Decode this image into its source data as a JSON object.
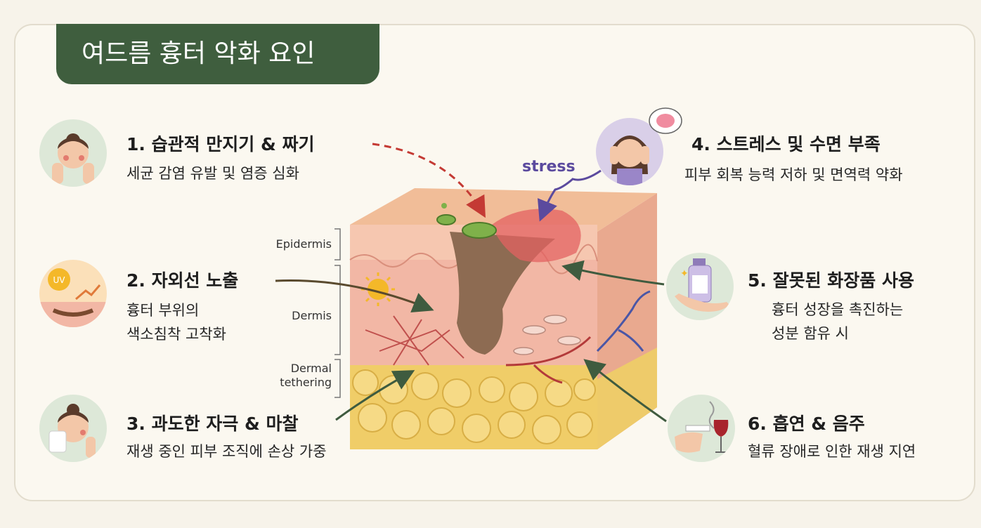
{
  "title": "여드름 흉터 악화 요인",
  "factors": [
    {
      "title": "1. 습관적 만지기 & 짜기",
      "desc": [
        "세균 감염 유발 및 염증 심화"
      ],
      "icon": "face-touching-icon"
    },
    {
      "title": "2. 자외선 노출",
      "desc": [
        "흉터 부위의",
        "색소침착 고착화"
      ],
      "icon": "uv-sun-icon",
      "icon_text": "UV"
    },
    {
      "title": "3. 과도한 자극 & 마찰",
      "desc": [
        "재생 중인 피부 조직에 손상 가중"
      ],
      "icon": "face-rubbing-icon"
    },
    {
      "title": "4. 스트레스 및 수면 부족",
      "desc": [
        "피부 회복 능력 저하 및 면역력 약화"
      ],
      "icon": "stressed-person-icon"
    },
    {
      "title": "5. 잘못된 화장품 사용",
      "desc": [
        "흉터 성장을 촉진하는",
        "성분 함유 시"
      ],
      "icon": "cosmetic-bottle-icon"
    },
    {
      "title": "6. 흡연 & 음주",
      "desc": [
        "혈류 장애로 인한 재생 지연"
      ],
      "icon": "smoking-drinking-icon"
    }
  ],
  "diagram": {
    "layers": [
      "Epidermis",
      "Dermis",
      "Dermal tethering"
    ],
    "stress_label": "stress"
  },
  "colors": {
    "title_bg": "#3f5e3e",
    "arrow_green": "#3f5b3f",
    "arrow_red": "#c43a34",
    "stress_purple": "#5b4a9e"
  }
}
